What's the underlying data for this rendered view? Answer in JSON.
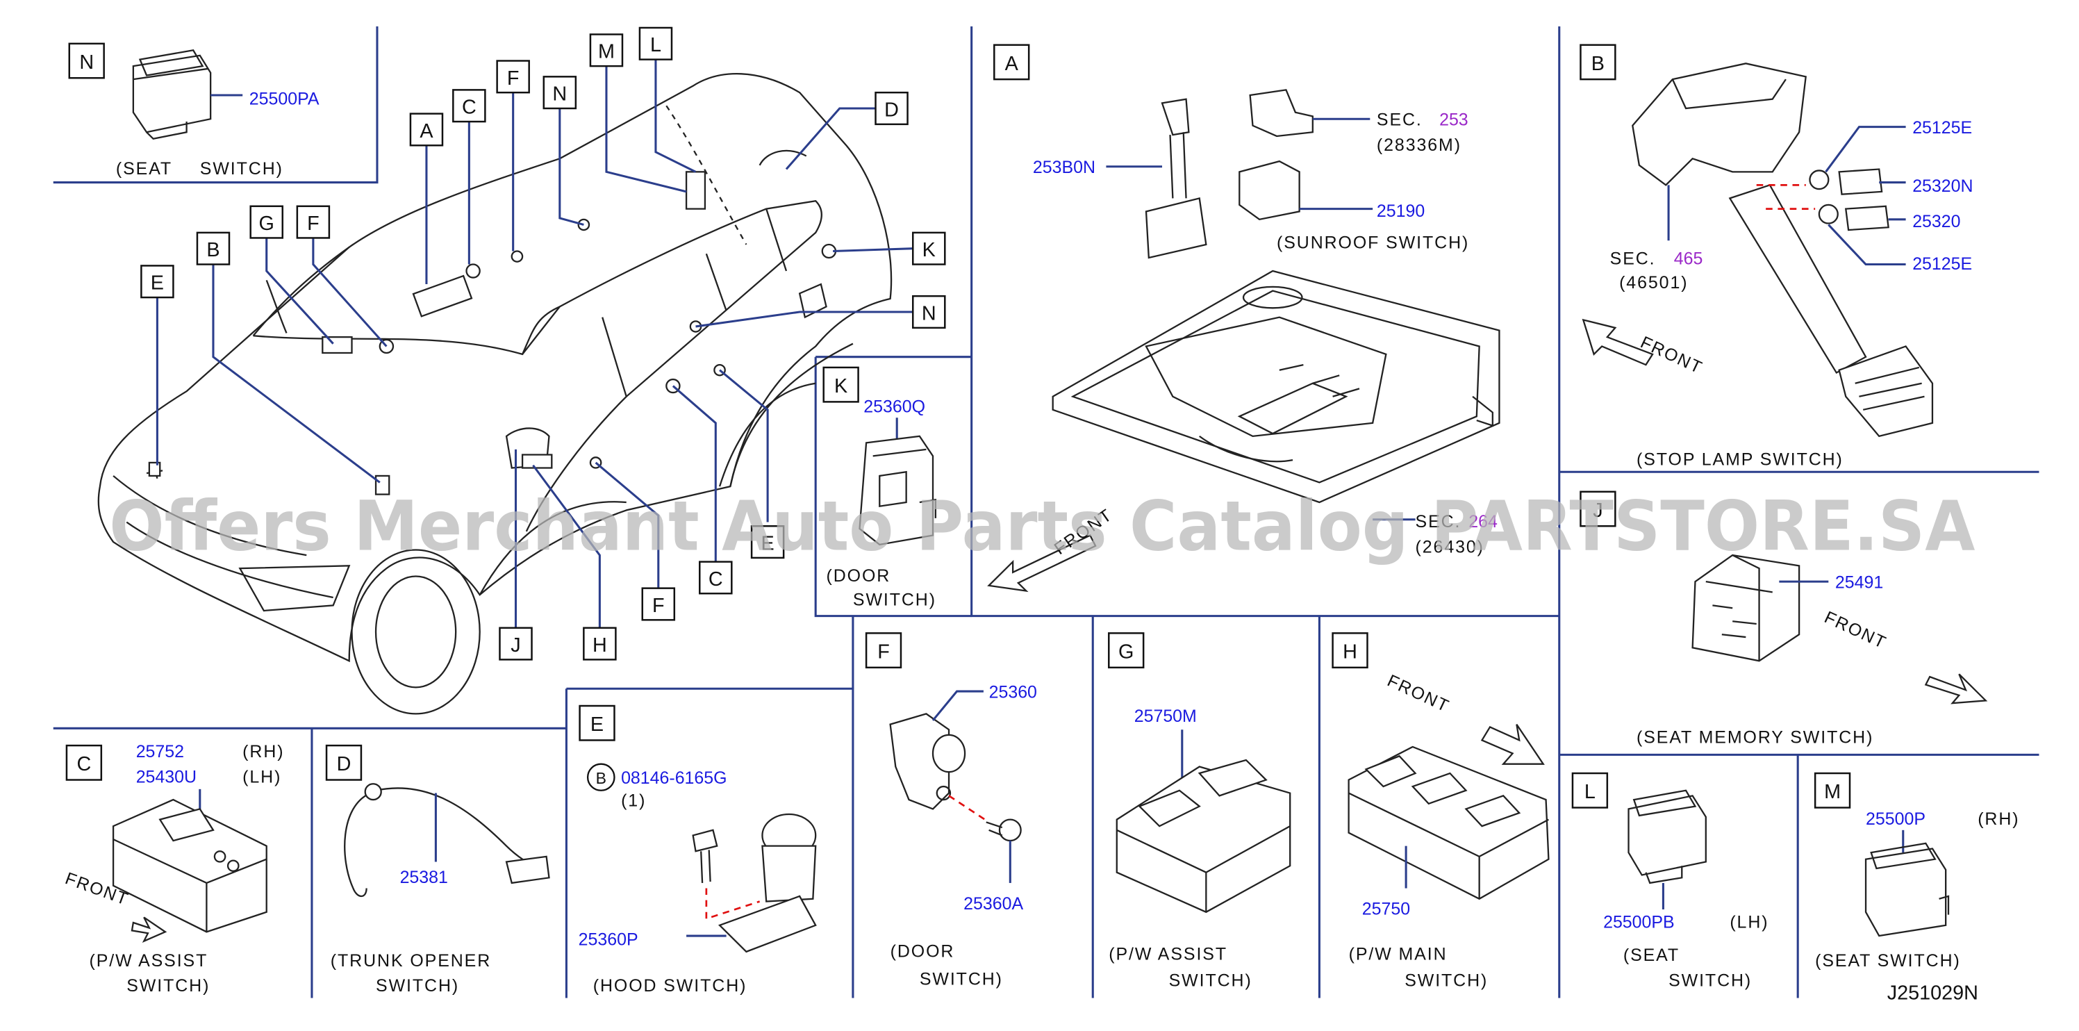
{
  "watermark": "Offers Merchant Auto Parts Catalog PARTSTORE.SA",
  "diagram_code": "J251029N",
  "front": "FRONT",
  "car_callouts": {
    "A": "A",
    "C": "C",
    "F": "F",
    "N": "N",
    "M": "M",
    "L": "L",
    "D": "D",
    "G": "G",
    "B": "B",
    "E": "E",
    "K": "K",
    "J": "J",
    "H": "H"
  },
  "panels": {
    "N": {
      "letter": "N",
      "part": "25500PA",
      "caption1": "(SEAT",
      "caption2": "SWITCH)"
    },
    "A": {
      "letter": "A",
      "part_253B0N": "253B0N",
      "sec_prefix": "SEC.",
      "sec_253": "253",
      "sec_253_code": "(28336M)",
      "part_25190": "25190",
      "caption": "(SUNROOF   SWITCH)",
      "sec_264_visible": "264",
      "sec_264_code": "(26430)"
    },
    "B": {
      "letter": "B",
      "p1": "25125E",
      "p2": "25320N",
      "p3": "25320",
      "p4": "25125E",
      "sec_465": "465",
      "sec_465_code": "(46501)",
      "caption": "(STOP   LAMP   SWITCH)"
    },
    "K": {
      "letter": "K",
      "part": "25360Q",
      "caption1": "(DOOR",
      "caption2": "SWITCH)"
    },
    "J": {
      "letter": "J",
      "part": "25491",
      "caption": "(SEAT   MEMORY   SWITCH)"
    },
    "C": {
      "letter": "C",
      "part_rh": "25752",
      "rh": "(RH)",
      "part_lh": "25430U",
      "lh": "(LH)",
      "caption1": "(P/W   ASSIST",
      "caption2": "SWITCH)"
    },
    "D": {
      "letter": "D",
      "part": "25381",
      "caption1": "(TRUNK   OPENER",
      "caption2": "SWITCH)"
    },
    "E": {
      "letter": "E",
      "bolt_symbol": "B",
      "bolt": "08146-6165G",
      "qty": "(1)",
      "part": "25360P",
      "caption": "(HOOD   SWITCH)"
    },
    "F": {
      "letter": "F",
      "part": "25360",
      "screw": "25360A",
      "caption1": "(DOOR",
      "caption2": "SWITCH)"
    },
    "G": {
      "letter": "G",
      "part": "25750M",
      "caption1": "(P/W   ASSIST",
      "caption2": "SWITCH)"
    },
    "H": {
      "letter": "H",
      "part": "25750",
      "caption1": "(P/W   MAIN",
      "caption2": "SWITCH)"
    },
    "L": {
      "letter": "L",
      "part": "25500PB",
      "lh": "(LH)",
      "caption1": "(SEAT",
      "caption2": "SWITCH)"
    },
    "M": {
      "letter": "M",
      "part": "25500P",
      "rh": "(RH)",
      "caption": "(SEAT   SWITCH)"
    }
  }
}
